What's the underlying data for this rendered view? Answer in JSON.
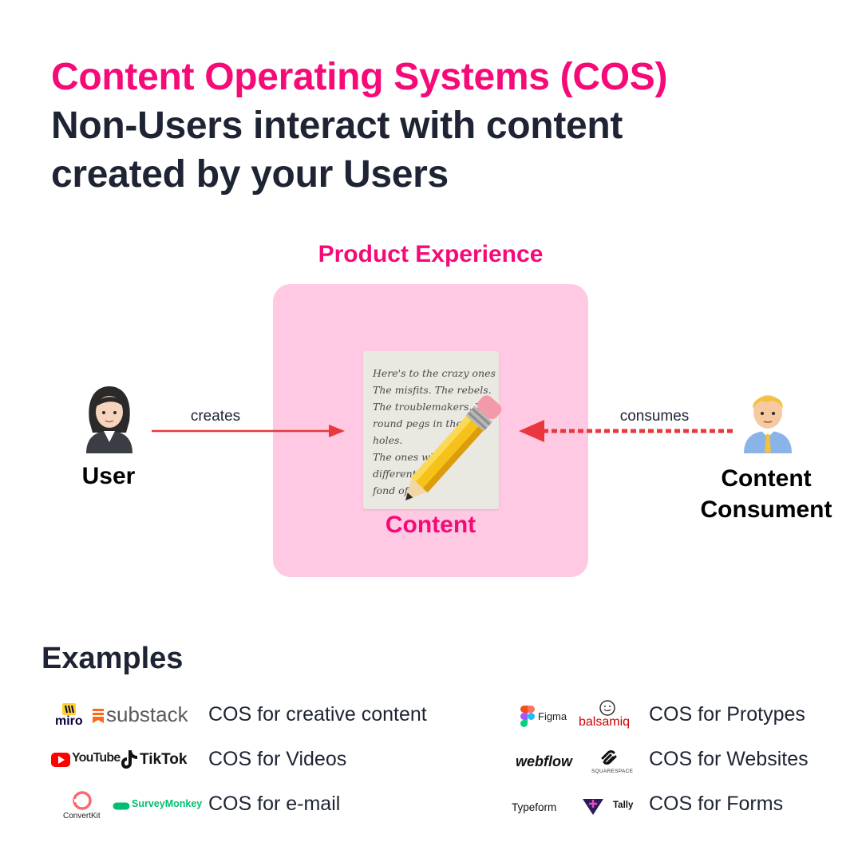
{
  "title": {
    "line1": "Content Operating Systems (COS)",
    "line2": "Non-Users interact with content",
    "line3": "created by your Users"
  },
  "diagram": {
    "container_label": "Product Experience",
    "content_label": "Content",
    "user_label": "User",
    "consumer_label_line1": "Content",
    "consumer_label_line2": "Consument",
    "creates_label": "creates",
    "consumes_label": "consumes",
    "handwriting": [
      "Here's to the crazy ones",
      "The misfits. The rebels.",
      "The troublemakers. The",
      "round pegs in the",
      "holes.",
      "The ones wh",
      "differentl",
      "fond of"
    ]
  },
  "examples": {
    "title": "Examples",
    "items": [
      {
        "label": "COS for creative content",
        "logos": [
          "miro",
          "substack"
        ]
      },
      {
        "label": "COS for Videos",
        "logos": [
          "YouTube",
          "TikTok"
        ]
      },
      {
        "label": "COS for e-mail",
        "logos": [
          "ConvertKit",
          "SurveyMonkey"
        ]
      },
      {
        "label": "COS for Protypes",
        "logos": [
          "Figma",
          "balsamiq"
        ]
      },
      {
        "label": "COS for Websites",
        "logos": [
          "webflow",
          "SQUARESPACE"
        ]
      },
      {
        "label": "COS for Forms",
        "logos": [
          "Typeform",
          "Tally"
        ]
      }
    ]
  },
  "colors": {
    "accent": "#f50a78",
    "box": "#ffc8e3",
    "text": "#1e2433",
    "arrow": "#e8383d"
  }
}
